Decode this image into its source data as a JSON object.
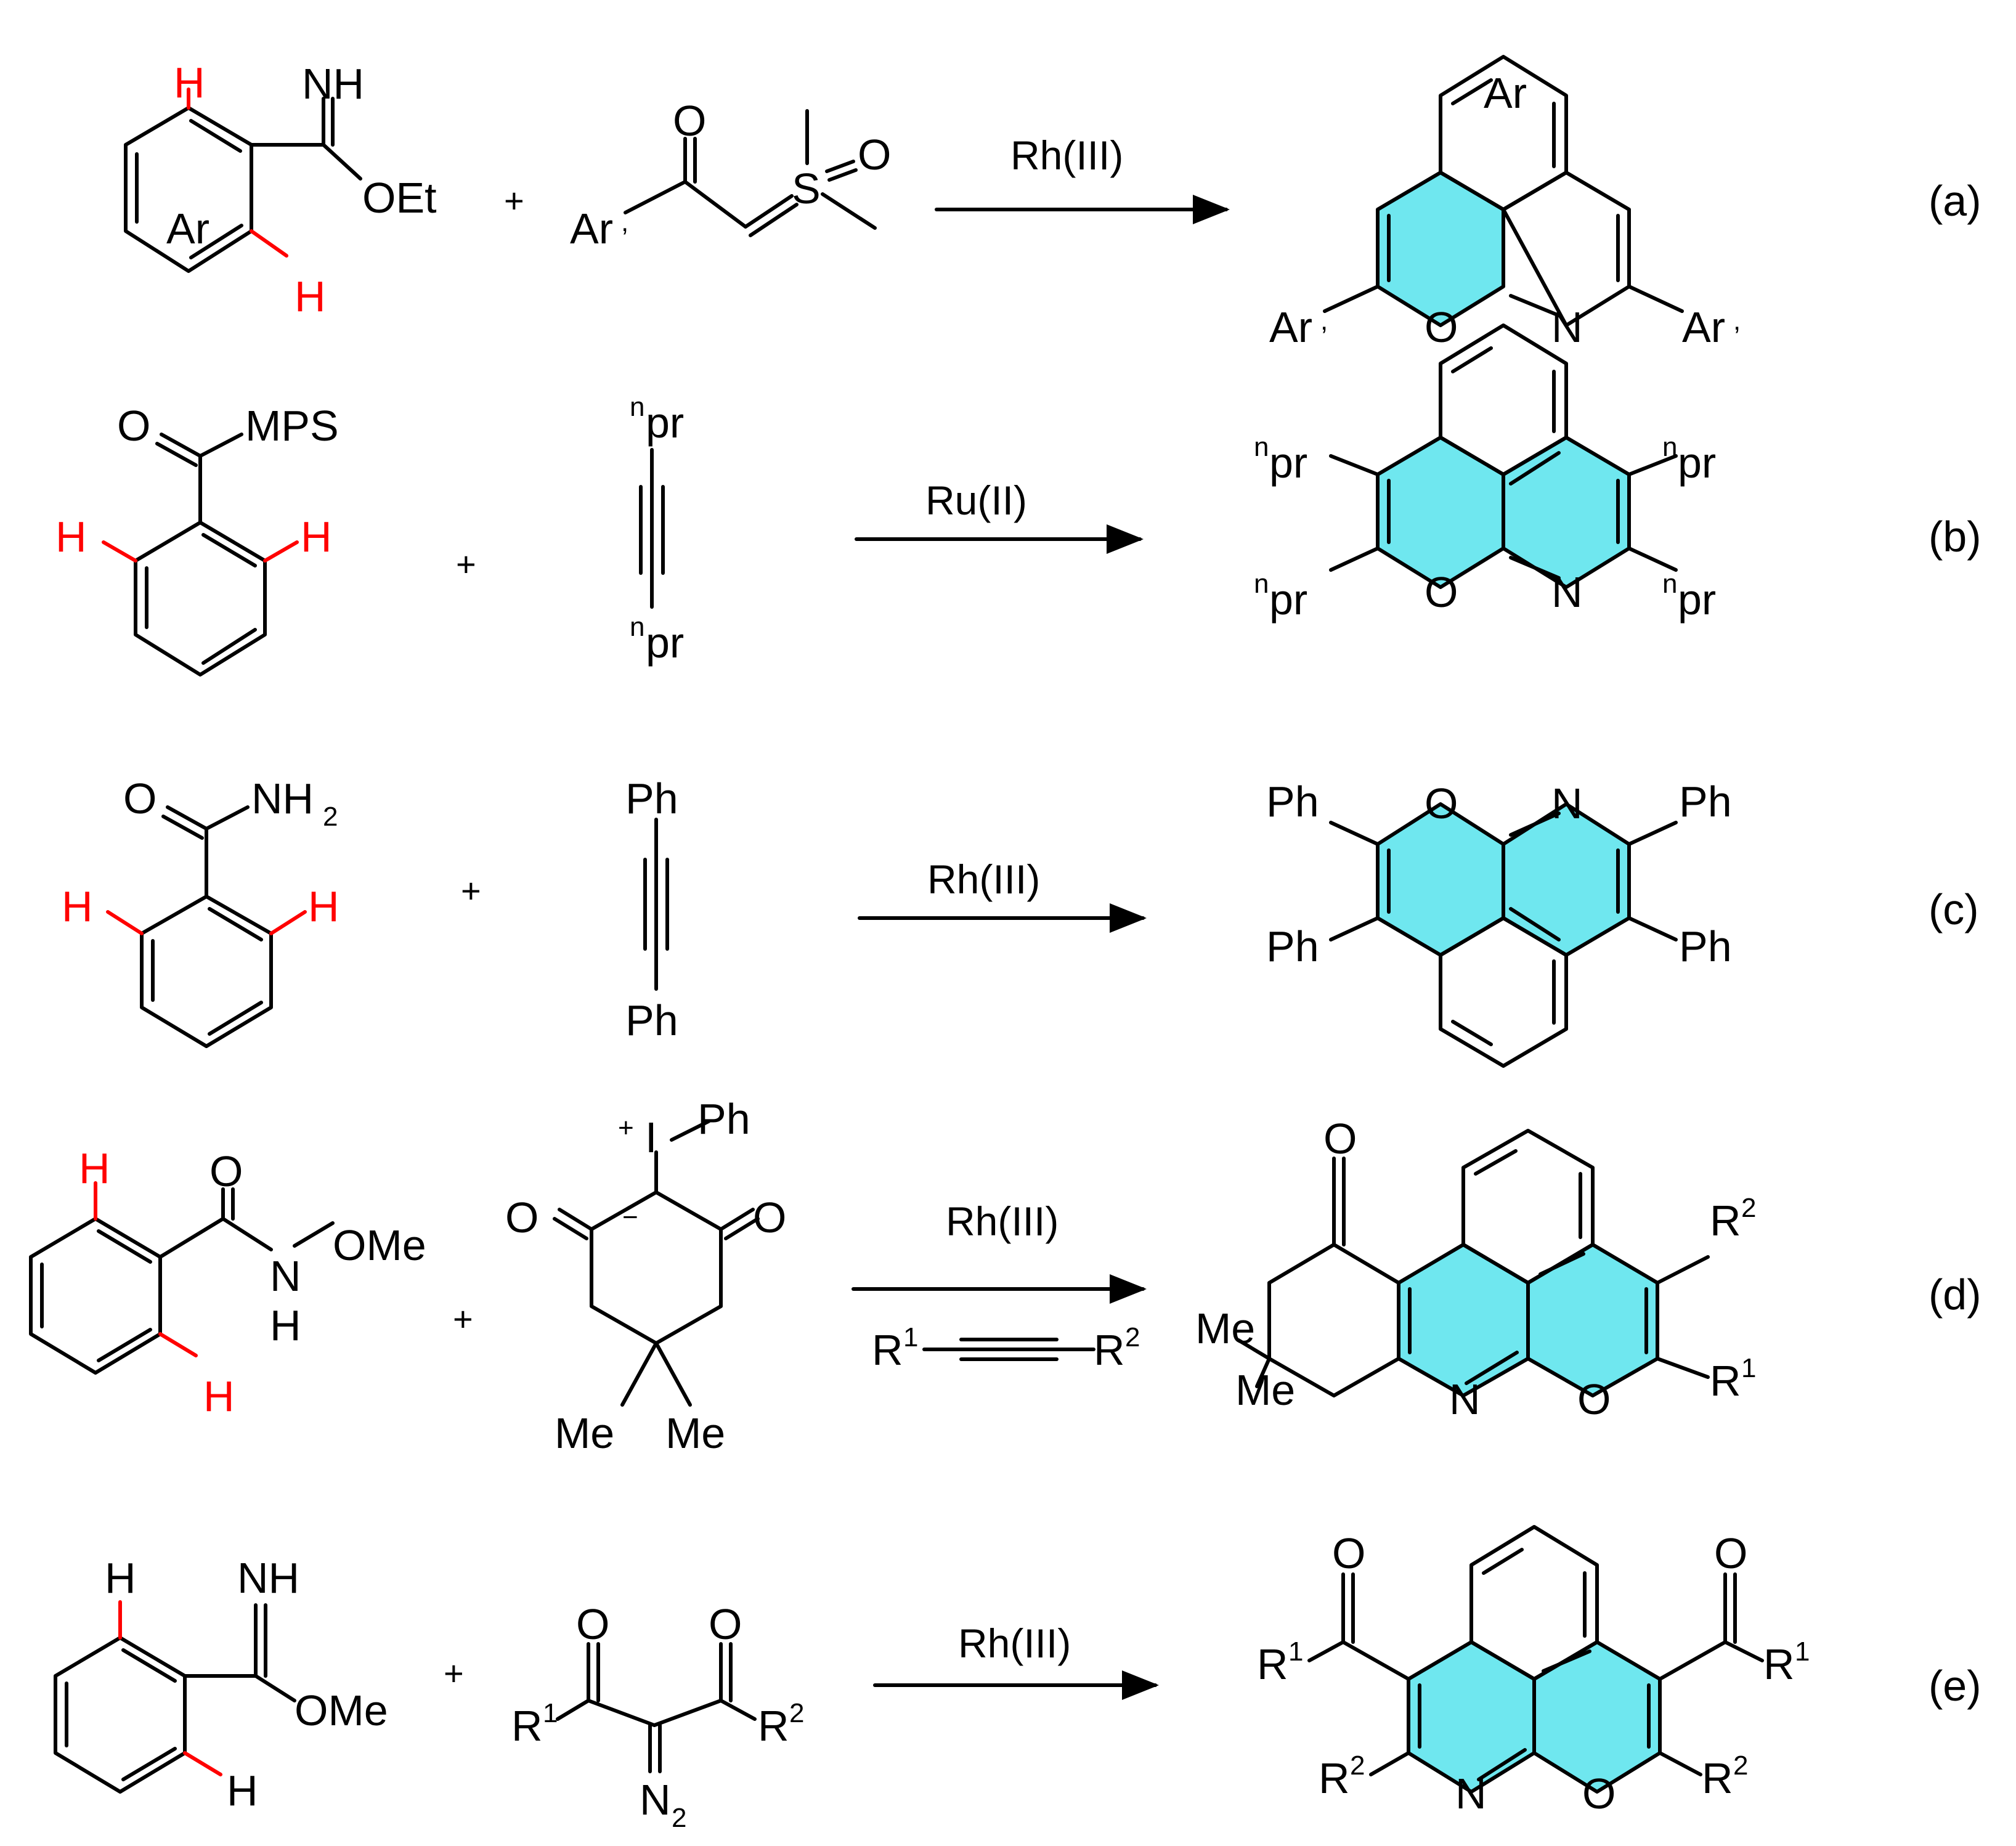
{
  "colors": {
    "bond": "#000000",
    "reactive_H": "#ff0000",
    "highlight": "#6fe7ef"
  },
  "common": {
    "plus": "+",
    "H": "H",
    "O": "O",
    "N": "N"
  },
  "a": {
    "label": "(a)",
    "reagent": "Rh(III)",
    "sm": {
      "ring": "Ar",
      "NH": "NH",
      "OEt": "OEt"
    },
    "partner": {
      "O": "O",
      "Ar": "Ar",
      "prime": ",",
      "S": "S",
      "SO": "O"
    },
    "prod": {
      "ring": "Ar",
      "Ar": "Ar",
      "prime": ","
    }
  },
  "b": {
    "label": "(b)",
    "reagent": "Ru(II)",
    "sm": {
      "O": "O",
      "MPS": "MPS"
    },
    "alkyne": {
      "n": "n",
      "pr": "pr"
    }
  },
  "c": {
    "label": "(c)",
    "reagent": "Rh(III)",
    "sm": {
      "O": "O",
      "NH": "NH",
      "sub2": "2"
    },
    "alkyne": {
      "Ph": "Ph"
    }
  },
  "d": {
    "label": "(d)",
    "reagent": "Rh(III)",
    "sm": {
      "O": "O",
      "N": "N",
      "OMe": "OMe",
      "H": "H"
    },
    "ylide": {
      "plus": "+",
      "minus": "−",
      "I": "I",
      "Ph": "Ph",
      "O": "O",
      "Me": "Me"
    },
    "alkyne": {
      "R": "R",
      "one": "1",
      "two": "2"
    },
    "prod": {
      "O": "O",
      "Me": "Me",
      "R": "R",
      "one": "1",
      "two": "2"
    }
  },
  "e": {
    "label": "(e)",
    "reagent": "Rh(III)",
    "sm": {
      "NH": "NH",
      "OMe": "OMe"
    },
    "diazo": {
      "O": "O",
      "R": "R",
      "one": "1",
      "two": "2",
      "N": "N",
      "sub2": "2"
    },
    "prod": {
      "O": "O",
      "R": "R",
      "one": "1",
      "two": "2"
    }
  }
}
